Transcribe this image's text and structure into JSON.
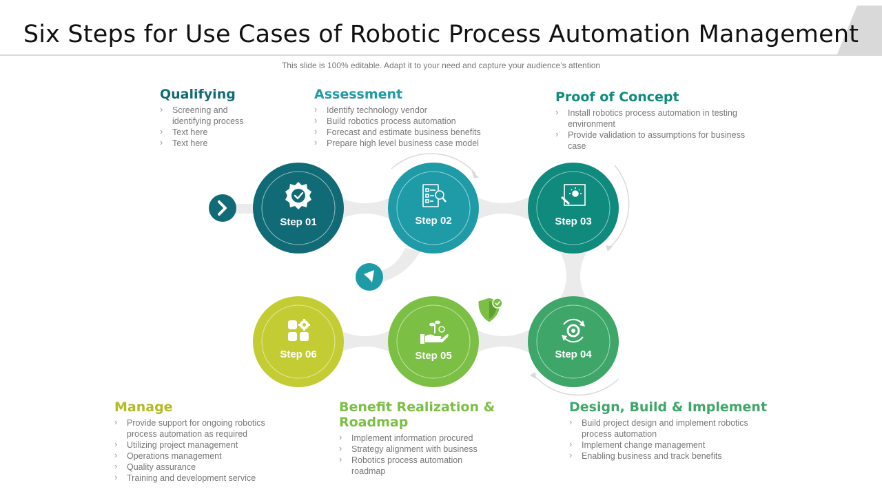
{
  "header": {
    "title": "Six Steps for Use Cases of Robotic Process Automation Management",
    "subtitle": "This slide is 100% editable. Adapt it to your need and capture your audience’s attention"
  },
  "colors": {
    "step1": "#116b77",
    "step2": "#1f9ba8",
    "step3": "#0f8a7d",
    "step4": "#3fa66a",
    "step5": "#7cbf45",
    "step6": "#c4cc34",
    "connector": "#ebebeb"
  },
  "steps": [
    {
      "label": "Step 01",
      "icon": "gear-check-icon"
    },
    {
      "label": "Step 02",
      "icon": "checklist-search-icon"
    },
    {
      "label": "Step 03",
      "icon": "idea-board-icon"
    },
    {
      "label": "Step 04",
      "icon": "gear-cycle-icon"
    },
    {
      "label": "Step 05",
      "icon": "hand-growth-icon"
    },
    {
      "label": "Step 06",
      "icon": "apps-gear-icon"
    }
  ],
  "blocks": {
    "qualifying": {
      "title": "Qualifying",
      "items": [
        "Screening and identifying process",
        "Text here",
        "Text here"
      ]
    },
    "assessment": {
      "title": "Assessment",
      "items": [
        "Identify technology vendor",
        "Build robotics process automation",
        "Forecast and estimate business benefits",
        "Prepare high level business case model"
      ]
    },
    "proof": {
      "title": "Proof of Concept",
      "items": [
        "Install robotics process automation in testing environment",
        "Provide validation to assumptions for business case"
      ]
    },
    "manage": {
      "title": "Manage",
      "items": [
        "Provide support for ongoing robotics process automation as required",
        "Utilizing project management",
        "Operations management",
        "Quality assurance",
        "Training and development  service"
      ]
    },
    "benefit": {
      "title": "Benefit Realization & Roadmap",
      "items": [
        "Implement information procured",
        "Strategy alignment with business",
        "Robotics process automation roadmap"
      ]
    },
    "design": {
      "title": "Design, Build & Implement",
      "items": [
        "Build project design and implement robotics process automation",
        "Implement change management",
        "Enabling business and track benefits"
      ]
    }
  },
  "decorations": {
    "start_arrow_icon": "chevron-right-icon",
    "turn_arrow_icon": "turn-arrow-icon",
    "shield_icon": "shield-check-icon"
  }
}
